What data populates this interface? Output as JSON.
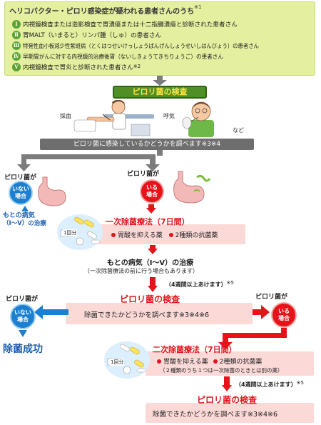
{
  "criteria": {
    "title": "ヘリコバクター・ピロリ感染症が疑われる患者さんのうち",
    "title_note": "※1",
    "items": [
      {
        "num": "Ⅰ",
        "text": "内視鏡検査または造影検査で胃潰瘍または十二指腸潰瘍と診断された患者さん",
        "note": ""
      },
      {
        "num": "Ⅱ",
        "text": "胃MALT（いまると）リンパ腫（しゅ）の患者さん",
        "note": ""
      },
      {
        "num": "Ⅲ",
        "text": "特発性血小板減少性紫斑病（とくはつせいけっしょうばんげんしょうせいしはんびょう）の患者さん",
        "note": ""
      },
      {
        "num": "Ⅳ",
        "text": "早期胃がんに対する内視鏡的治療後胃（ないしきょうてきちりょうご）の患者さん",
        "note": ""
      },
      {
        "num": "Ⅴ",
        "text": "内視鏡検査で胃炎と診断された患者さん",
        "note": "※2"
      }
    ]
  },
  "test1": {
    "title": "ピロリ菌の検査",
    "blood_label": "採血",
    "breath_label": "呼気",
    "etc_label": "など",
    "band": "ピロリ菌に感染しているかどうかを調べます※3※4"
  },
  "branch1": {
    "neg_header": "ピロリ菌が",
    "neg_badge_1": "いない",
    "neg_badge_2": "場合",
    "neg_treat_1": "もとの病気",
    "neg_treat_2": "（Ⅰ〜Ⅴ）の治療",
    "pos_header": "ピロリ菌が",
    "pos_badge_1": "いる",
    "pos_badge_2": "場合"
  },
  "therapy1": {
    "dose": "1回分",
    "title": "一次除菌療法（7日間）",
    "drug1": "胃酸を抑える薬",
    "drug2": "2種類の抗菌薬"
  },
  "original": {
    "title": "もとの病気（Ⅰ〜Ⅴ）の治療",
    "sub": "（一次除菌療法の前に行う場合もあります）"
  },
  "gap1": {
    "text": "（4週間以上あけます）",
    "note": "※5"
  },
  "test2": {
    "title": "ピロリ菌の検査",
    "text": "除菌できたかどうかを調べます※3※4※6"
  },
  "branch2": {
    "neg_header": "ピロリ菌が",
    "neg_badge_1": "いない",
    "neg_badge_2": "場合",
    "success": "除菌成功",
    "pos_header": "ピロリ菌が",
    "pos_badge_1": "いる",
    "pos_badge_2": "場合"
  },
  "therapy2": {
    "dose": "1回分",
    "title": "二次除菌療法（7日間）",
    "drug1": "胃酸を抑える薬",
    "drug2": "2種類の抗菌薬",
    "sub": "（２種類のうち１つは一次除菌のときとは別の薬）"
  },
  "gap2": {
    "text": "（4週間以上あけます）",
    "note": "※5"
  },
  "test3": {
    "title": "ピロリ菌の検査",
    "text": "除菌できたかどうかを調べます※3※4※6"
  },
  "colors": {
    "red": "#e4141a",
    "green": "#4f8f25",
    "blue": "#1c7fd0",
    "pink": "#fbd9d7",
    "lime": "#e4ef9f",
    "grey": "#6e6e6e"
  }
}
